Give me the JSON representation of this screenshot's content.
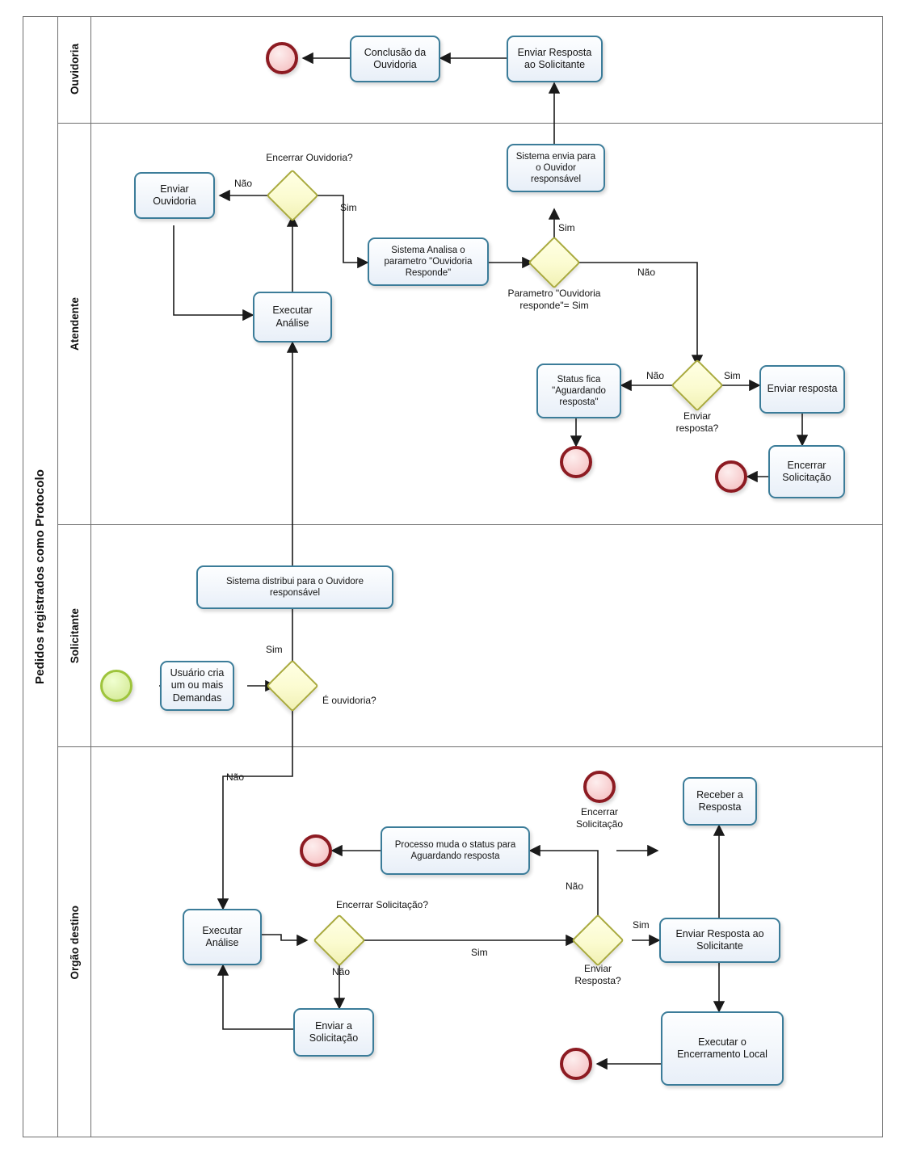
{
  "diagram": {
    "type": "bpmn-swimlane",
    "pool_title": "Pedidos registrados como Protocolo",
    "colors": {
      "task_border": "#3b7c99",
      "task_fill": "#eff4fb",
      "gateway_border": "#a9aa3d",
      "gateway_fill": "#fbfbd0",
      "start_event_border": "#9ec43c",
      "start_event_fill": "#ddf0a8",
      "end_event_border": "#8d1b22",
      "end_event_fill": "#f8cfd0",
      "lane_border": "#6e6e6e",
      "flow_line": "#1a1a1a"
    },
    "lanes": [
      {
        "id": "ouvidoria",
        "label": "Ouvidoria"
      },
      {
        "id": "atendente",
        "label": "Atendente"
      },
      {
        "id": "solicitante",
        "label": "Solicitante"
      },
      {
        "id": "orgao",
        "label": "Orgão destino"
      }
    ],
    "nodes": [
      {
        "id": "n1",
        "lane": "ouvidoria",
        "type": "end-event",
        "label": ""
      },
      {
        "id": "n2",
        "lane": "ouvidoria",
        "type": "task",
        "label": "Conclusão da Ouvidoria"
      },
      {
        "id": "n3",
        "lane": "ouvidoria",
        "type": "task",
        "label": "Enviar Resposta ao Solicitante"
      },
      {
        "id": "n4",
        "lane": "atendente",
        "type": "task",
        "label": "Enviar Ouvidoria"
      },
      {
        "id": "n5",
        "lane": "atendente",
        "type": "gateway",
        "label": "Encerrar Ouvidoria?"
      },
      {
        "id": "n6",
        "lane": "atendente",
        "type": "task",
        "label": "Sistema Analisa o parametro \"Ouvidoria Responde\""
      },
      {
        "id": "n7",
        "lane": "atendente",
        "type": "task",
        "label": "Sistema envia para o Ouvidor responsável"
      },
      {
        "id": "n8",
        "lane": "atendente",
        "type": "gateway",
        "label": "Parametro \"Ouvidoria responde\"= Sim"
      },
      {
        "id": "n9",
        "lane": "atendente",
        "type": "task",
        "label": "Executar Análise"
      },
      {
        "id": "n10",
        "lane": "atendente",
        "type": "task",
        "label": "Status fica \"Aguardando resposta\""
      },
      {
        "id": "n11",
        "lane": "atendente",
        "type": "gateway",
        "label": "Enviar resposta?"
      },
      {
        "id": "n12",
        "lane": "atendente",
        "type": "task",
        "label": "Enviar resposta"
      },
      {
        "id": "n13",
        "lane": "atendente",
        "type": "end-event",
        "label": ""
      },
      {
        "id": "n14",
        "lane": "atendente",
        "type": "task",
        "label": "Encerrar Solicitação"
      },
      {
        "id": "n15",
        "lane": "atendente",
        "type": "end-event",
        "label": ""
      },
      {
        "id": "n16",
        "lane": "solicitante",
        "type": "task",
        "label": "Sistema distribui para o Ouvidore responsável"
      },
      {
        "id": "n17",
        "lane": "solicitante",
        "type": "start-event",
        "label": ""
      },
      {
        "id": "n18",
        "lane": "solicitante",
        "type": "task",
        "label": "Usuário cria um ou mais Demandas"
      },
      {
        "id": "n19",
        "lane": "solicitante",
        "type": "gateway",
        "label": "É ouvidoria?"
      },
      {
        "id": "n20",
        "lane": "orgao",
        "type": "end-event",
        "label": "Encerrar Solicitação"
      },
      {
        "id": "n21",
        "lane": "orgao",
        "type": "task",
        "label": "Receber a Resposta"
      },
      {
        "id": "n22",
        "lane": "orgao",
        "type": "end-event",
        "label": ""
      },
      {
        "id": "n23",
        "lane": "orgao",
        "type": "task",
        "label": "Processo muda o status para Aguardando resposta"
      },
      {
        "id": "n24",
        "lane": "orgao",
        "type": "task",
        "label": "Executar Análise"
      },
      {
        "id": "n25",
        "lane": "orgao",
        "type": "gateway",
        "label": "Encerrar Solicitação?"
      },
      {
        "id": "n26",
        "lane": "orgao",
        "type": "gateway",
        "label": "Enviar Resposta?"
      },
      {
        "id": "n27",
        "lane": "orgao",
        "type": "task",
        "label": "Enviar Resposta ao Solicitante"
      },
      {
        "id": "n28",
        "lane": "orgao",
        "type": "task",
        "label": "Enviar a Solicitação"
      },
      {
        "id": "n29",
        "lane": "orgao",
        "type": "task",
        "label": "Executar o Encerramento Local"
      },
      {
        "id": "n30",
        "lane": "orgao",
        "type": "end-event",
        "label": ""
      }
    ],
    "flow_labels": [
      {
        "id": "f1",
        "text": "Não"
      },
      {
        "id": "f2",
        "text": "Sim"
      },
      {
        "id": "f3",
        "text": "Sim"
      },
      {
        "id": "f4",
        "text": "Não"
      },
      {
        "id": "f5",
        "text": "Não"
      },
      {
        "id": "f6",
        "text": "Sim"
      },
      {
        "id": "f7",
        "text": "Sim"
      },
      {
        "id": "f8",
        "text": "Não"
      },
      {
        "id": "f9",
        "text": "Sim"
      },
      {
        "id": "f10",
        "text": "Não"
      },
      {
        "id": "f11",
        "text": "Não"
      },
      {
        "id": "f12",
        "text": "Sim"
      }
    ]
  }
}
